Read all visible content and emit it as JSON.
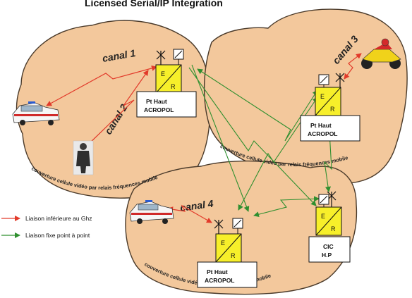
{
  "title": "Licensed Serial/IP Integration",
  "channels": {
    "canal1": "canal 1",
    "canal2": "canal 2",
    "canal3": "canal 3",
    "canal4": "canal 4"
  },
  "coverage_label": "couverture cellule vidéo par relais fréquences mobile",
  "relay_unit": {
    "top": "E",
    "bottom": "R"
  },
  "stations": [
    {
      "line1": "Pt  Haut",
      "line2": "ACROPOL"
    },
    {
      "line1": "Pt  Haut",
      "line2": "ACROPOL"
    },
    {
      "line1": "Pt  Haut",
      "line2": "ACROPOL"
    },
    {
      "line1": "CIC",
      "line2": "H.P"
    }
  ],
  "legend": {
    "red_label": "Liaison inférieure au Ghz",
    "green_label": "Liaison fixe point à point"
  },
  "colors": {
    "cell_fill": "#f3c89c",
    "cell_stroke": "#4a3a2a",
    "relay_fill": "#f7ef2a",
    "red_link": "#e23a2a",
    "green_link": "#2f8f2f"
  },
  "icons": [
    "police-car-icon",
    "officer-icon",
    "motorcycle-icon",
    "antenna-icon",
    "dish-icon"
  ]
}
